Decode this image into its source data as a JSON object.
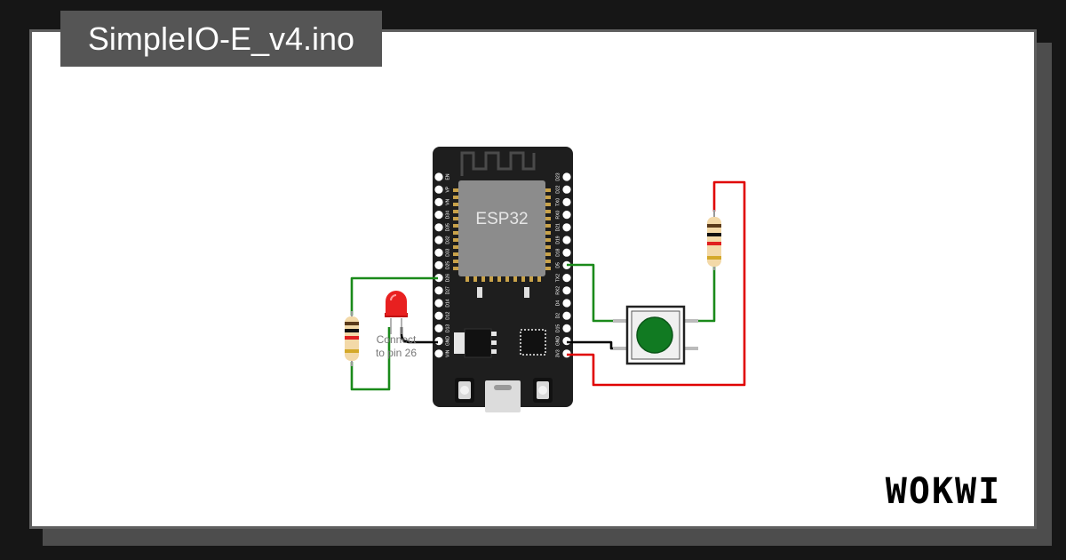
{
  "project": {
    "title": "SimpleIO-E_v4.ino"
  },
  "board": {
    "chip_label": "ESP32",
    "pins_left": [
      "EN",
      "VP",
      "VN",
      "D34",
      "D35",
      "D32",
      "D33",
      "D25",
      "D26",
      "D27",
      "D14",
      "D12",
      "D13",
      "GND",
      "VIN"
    ],
    "pins_right": [
      "D23",
      "D22",
      "TX0",
      "RX0",
      "D21",
      "D19",
      "D18",
      "D5",
      "TX2",
      "RX2",
      "D4",
      "D2",
      "D15",
      "GND",
      "3V3"
    ]
  },
  "annotation": {
    "line1": "Connect",
    "line2": "to pin 26"
  },
  "brand": {
    "logo_text": "WOKWI"
  },
  "colors": {
    "wire_green": "#1a8a1a",
    "wire_red": "#e00000",
    "wire_black": "#000000",
    "led_red": "#e82020",
    "button_cap": "#117a22"
  }
}
